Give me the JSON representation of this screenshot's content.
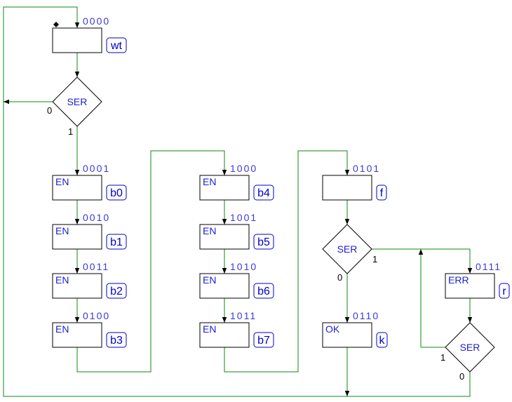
{
  "diagram": {
    "initial_marker_icon": "initial-state-diamond-icon",
    "colors": {
      "transition_line": "#118811",
      "box_border": "#000000",
      "code_text": "#3a3ad6",
      "tag": "#0000cc",
      "output_text": "#2020d0",
      "branch_label": "#000000",
      "arrowhead": "#000000"
    },
    "states": [
      {
        "name": "wt",
        "code": "0000"
      },
      {
        "name": "b0",
        "code": "0001",
        "output": "EN"
      },
      {
        "name": "b1",
        "code": "0010",
        "output": "EN"
      },
      {
        "name": "b2",
        "code": "0011",
        "output": "EN"
      },
      {
        "name": "b3",
        "code": "0100",
        "output": "EN"
      },
      {
        "name": "b4",
        "code": "1000",
        "output": "EN"
      },
      {
        "name": "b5",
        "code": "1001",
        "output": "EN"
      },
      {
        "name": "b6",
        "code": "1010",
        "output": "EN"
      },
      {
        "name": "b7",
        "code": "1011",
        "output": "EN"
      },
      {
        "name": "f",
        "code": "0101"
      },
      {
        "name": "k",
        "code": "0110",
        "output": "OK"
      },
      {
        "name": "r",
        "code": "0111",
        "output": "ERR"
      }
    ],
    "decisions": [
      {
        "condition": "SER",
        "true_label": "1",
        "false_label": "0"
      },
      {
        "condition": "SER",
        "true_label": "1",
        "false_label": "0"
      },
      {
        "condition": "SER",
        "true_label": "1",
        "false_label": "0"
      }
    ]
  }
}
